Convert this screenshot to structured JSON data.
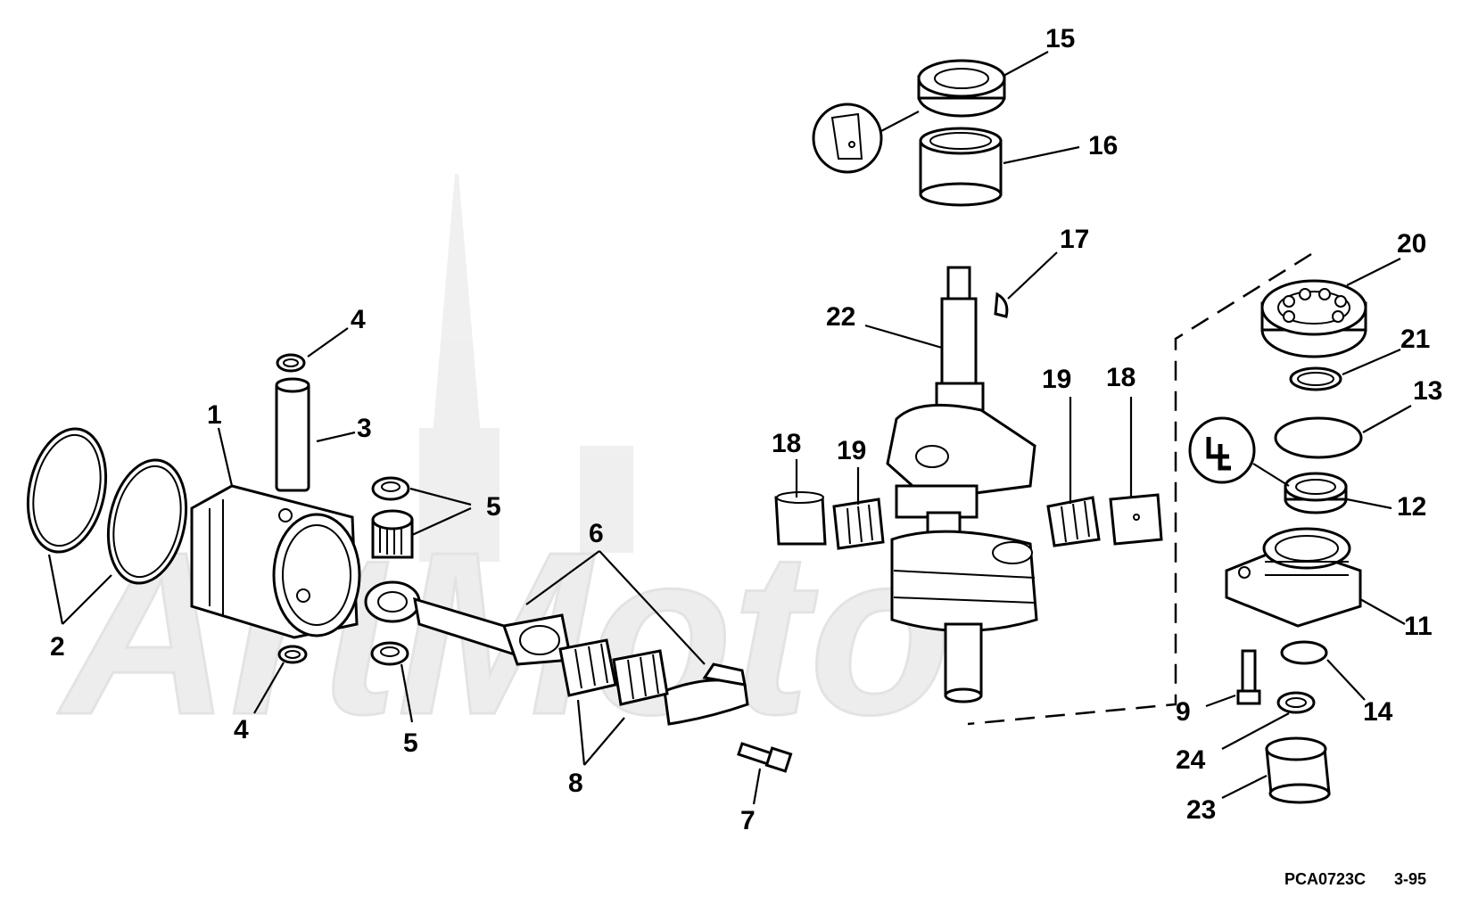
{
  "callouts": {
    "c1": "1",
    "c2": "2",
    "c3": "3",
    "c4a": "4",
    "c4b": "4",
    "c5a": "5",
    "c5b": "5",
    "c6": "6",
    "c7": "7",
    "c8": "8",
    "c9": "9",
    "c11": "11",
    "c12": "12",
    "c13": "13",
    "c14": "14",
    "c15": "15",
    "c16": "16",
    "c17": "17",
    "c18a": "18",
    "c18b": "18",
    "c19a": "19",
    "c19b": "19",
    "c20": "20",
    "c21": "21",
    "c22": "22",
    "c23": "23",
    "c24": "24"
  },
  "footer": {
    "drawing_code": "PCA0723C",
    "date_code": "3-95"
  },
  "watermark": {
    "text": "ArtMoto"
  }
}
